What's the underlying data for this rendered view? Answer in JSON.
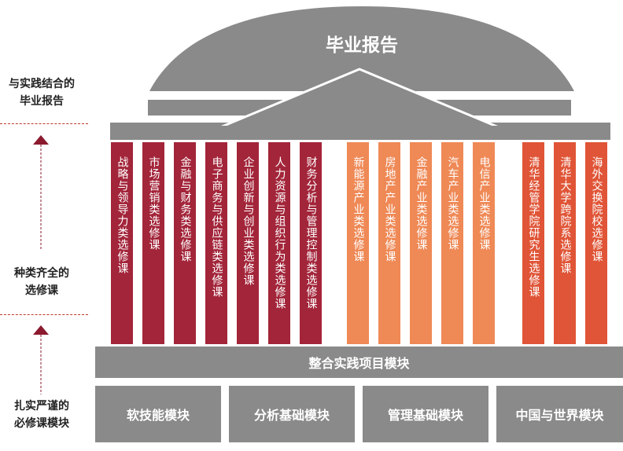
{
  "roof": {
    "title": "毕业报告"
  },
  "left_labels": {
    "top": [
      "与实践结合的",
      "毕业报告"
    ],
    "middle": [
      "种类齐全的",
      "选修课"
    ],
    "bottom": [
      "扎实严谨的",
      "必修课模块"
    ]
  },
  "columns": [
    {
      "text": "战略与领导力类选修课",
      "group": "dark"
    },
    {
      "text": "市场营销类选修课",
      "group": "dark"
    },
    {
      "text": "金融与财务类选修课",
      "group": "dark"
    },
    {
      "text": "电子商务与供应链类选修课",
      "group": "dark"
    },
    {
      "text": "企业创新与创业类选修课",
      "group": "dark"
    },
    {
      "text": "人力资源与组织行为类选修课",
      "group": "dark"
    },
    {
      "text": "财务分析与管理控制类选修课",
      "group": "dark"
    },
    {
      "text": "新能源产业类选修课",
      "group": "orange"
    },
    {
      "text": "房地产产业类选修课",
      "group": "orange"
    },
    {
      "text": "金融产业类选修课",
      "group": "orange"
    },
    {
      "text": "汽车产业类选修课",
      "group": "orange"
    },
    {
      "text": "电信产业类选修课",
      "group": "orange"
    },
    {
      "text": "清华经管学院研究生选修课",
      "group": "red"
    },
    {
      "text": "清华大学跨院系选修课",
      "group": "red"
    },
    {
      "text": "海外交换院校选修课",
      "group": "red"
    }
  ],
  "practice_bar": {
    "label": "整合实践项目模块"
  },
  "base_modules": [
    "软技能模块",
    "分析基础模块",
    "管理基础模块",
    "中国与世界模块"
  ],
  "colors": {
    "dark": "#a3253a",
    "orange": "#ef8956",
    "red": "#e05537",
    "gray": "#8a8a8a",
    "arrow": "#8b1a2e"
  }
}
